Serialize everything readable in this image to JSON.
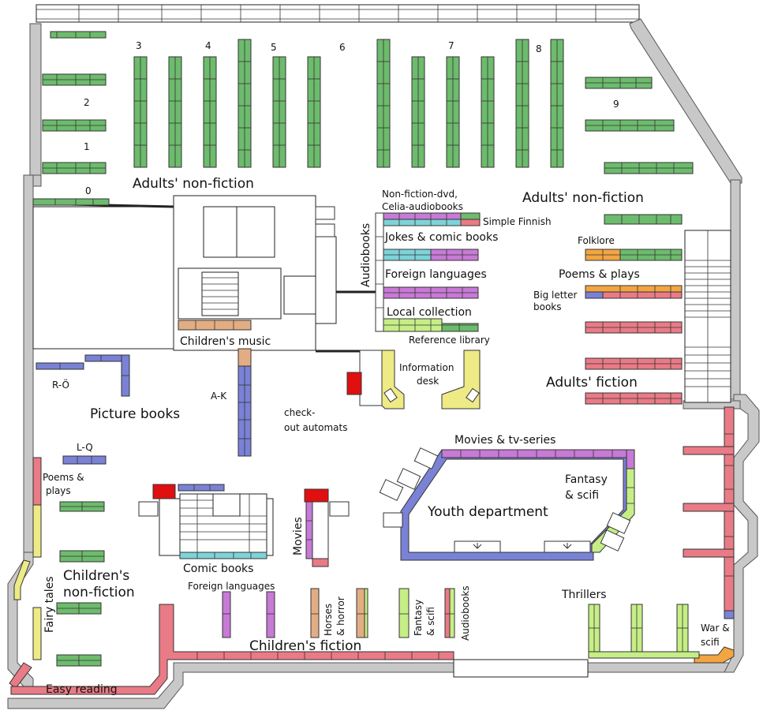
{
  "colors": {
    "adult_nonfiction": "#6dbb6d",
    "audio": "#c77ad6",
    "cyan": "#7dd3d8",
    "pink": "#e97b86",
    "orange": "#f3a542",
    "blue": "#7a82d6",
    "yellow": "#eeea86",
    "lightgreen": "#c6ee86",
    "tan": "#e3ad84",
    "red": "#e01010",
    "wall": "#c8c8c8"
  },
  "labels": {
    "shelf_0": "0",
    "shelf_1": "1",
    "shelf_2": "2",
    "shelf_3": "3",
    "shelf_4": "4",
    "shelf_5": "5",
    "shelf_6": "6",
    "shelf_7": "7",
    "shelf_8": "8",
    "shelf_9": "9",
    "adults_nonfiction_left": "Adults' non-fiction",
    "adults_nonfiction_right": "Adults' non-fiction",
    "nonfiction_dvd_1": "Non-fiction-dvd,",
    "nonfiction_dvd_2": "Celia-audiobooks",
    "simple_finnish": "Simple Finnish",
    "audiobooks_vertical": "Audiobooks",
    "jokes": "Jokes & comic books",
    "foreign_languages_top": "Foreign languages",
    "local_collection": "Local collection",
    "reference_library": "Reference library",
    "folklore": "Folklore",
    "poems_plays_right": "Poems & plays",
    "big_letter_1": "Big letter",
    "big_letter_2": "books",
    "adults_fiction": "Adults' fiction",
    "childrens_music": "Children's music",
    "information_1": "Information",
    "information_2": "desk",
    "r_o": "R-Ö",
    "a_k": "A-K",
    "picture_books": "Picture books",
    "checkout_1": "check-",
    "checkout_2": "out automats",
    "l_q": "L-Q",
    "poems_left_1": "Poems &",
    "poems_left_2": "plays",
    "movies_tv": "Movies & tv-series",
    "fantasy_1": "Fantasy",
    "fantasy_2": "& scifi",
    "youth": "Youth department",
    "movies_vertical": "Movies",
    "comic_books": "Comic books",
    "childrens_nonfiction_1": "Children's",
    "childrens_nonfiction_2": "non-fiction",
    "fairy_tales": "Fairy tales",
    "foreign_languages_bottom": "Foreign languages",
    "horses_1": "Horses",
    "horses_2": "& horror",
    "fantasy_bottom_1": "Fantasy",
    "fantasy_bottom_2": "& scifi",
    "audiobooks_bottom": "Audiobooks",
    "thrillers": "Thrillers",
    "war_1": "War &",
    "war_2": "scifi",
    "childrens_fiction": "Children's fiction",
    "easy_reading": "Easy reading"
  }
}
